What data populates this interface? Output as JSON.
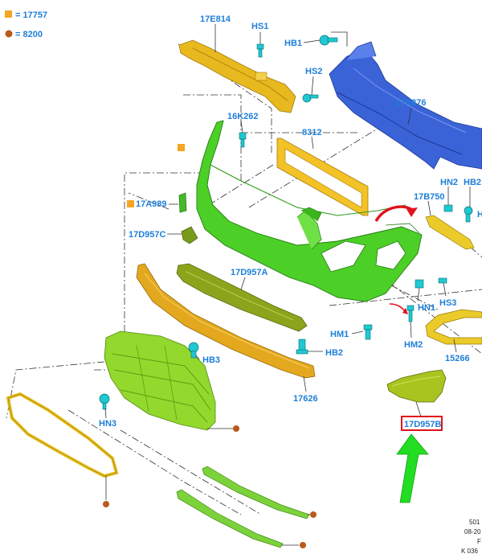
{
  "legend": [
    {
      "marker": "square",
      "color": "#f5a623",
      "text": "= 17757"
    },
    {
      "marker": "circle",
      "color": "#b85a1a",
      "text": "= 8200"
    }
  ],
  "parts": {
    "p17E814": "17E814",
    "pHS1": "HS1",
    "pHB1": "HB1",
    "pHS2": "HS2",
    "p17K876": "17K876",
    "p16K262": "16K262",
    "p8312": "8312",
    "p17A989": "17A989",
    "p17D957C": "17D957C",
    "p17D957A": "17D957A",
    "p17B750": "17B750",
    "pHN2": "HN2",
    "pHB2a": "HB2",
    "pH": "H",
    "pHN1": "HN1",
    "pHS3": "HS3",
    "pHM1": "HM1",
    "pHB2b": "HB2",
    "pHM2": "HM2",
    "p15266": "15266",
    "pHB3": "HB3",
    "p17626": "17626",
    "pHN3": "HN3",
    "p17D957B": "17D957B"
  },
  "highlight": {
    "part": "17D957B",
    "box_color": "#e0121b",
    "arrow_color": "#22dd22"
  },
  "colors": {
    "bumper_green": "#44cc22",
    "grille_green": "#99dd33",
    "trim_yellow": "#e8c020",
    "reinforcement_blue": "#3a63d6",
    "clip_cyan": "#1fc8d0",
    "callout_red": "#e0121b"
  },
  "meta": {
    "line1": "501",
    "line2": "08-20",
    "line3": "F",
    "line4": "K 036"
  }
}
